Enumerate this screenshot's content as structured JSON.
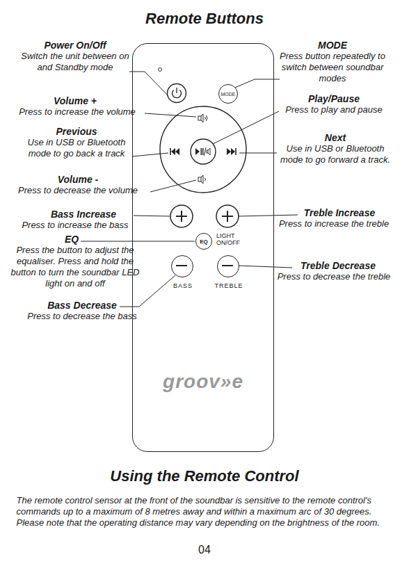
{
  "diagram": {
    "title": "Remote Buttons",
    "nodes": [
      {
        "text": [
          "groov»e"
        ]
      },
      {
        "text": [
          "MODE"
        ],
        "in": 0
      },
      {
        "text": [
          "EQ",
          "LIGHT ON/OFF"
        ],
        "in": 0
      },
      {
        "text": [
          "BASS"
        ],
        "in": 0
      },
      {
        "text": [
          "TREBLE"
        ],
        "in": 0
      }
    ],
    "labels": [
      "Power On/Off",
      "Switch the unit between on and Standby mode",
      "MODE",
      "Press button repeatedly to switch between soundbar modes",
      "Volume +",
      "Press to increase the volume",
      "Play/Pause",
      "Press to play and pause",
      "Previous",
      "Use in USB or Bluetooth mode to go back a track",
      "Next",
      "Use in USB or Bluetooth mode to go forward a track.",
      "Volume -",
      "Press to decrease the volume",
      "Bass Increase",
      "Press to increase the bass",
      "Treble Increase",
      "Press to increase the treble",
      "EQ",
      "Press the button to adjust the equaliser. Press and hold the button to turn the soundbar LED light on and off",
      "Treble Decrease",
      "Press to decrease the treble",
      "Bass Decrease",
      "Press to decrease the bass",
      "Using the Remote Control",
      "The remote control sensor at the front of the soundbar is sensitive to the remote control's commands up to a maximum of 8 metres away and within a maximum arc of 30 degrees. Please note that the operating distance may vary depending on the brightness of the room.",
      "04"
    ]
  }
}
